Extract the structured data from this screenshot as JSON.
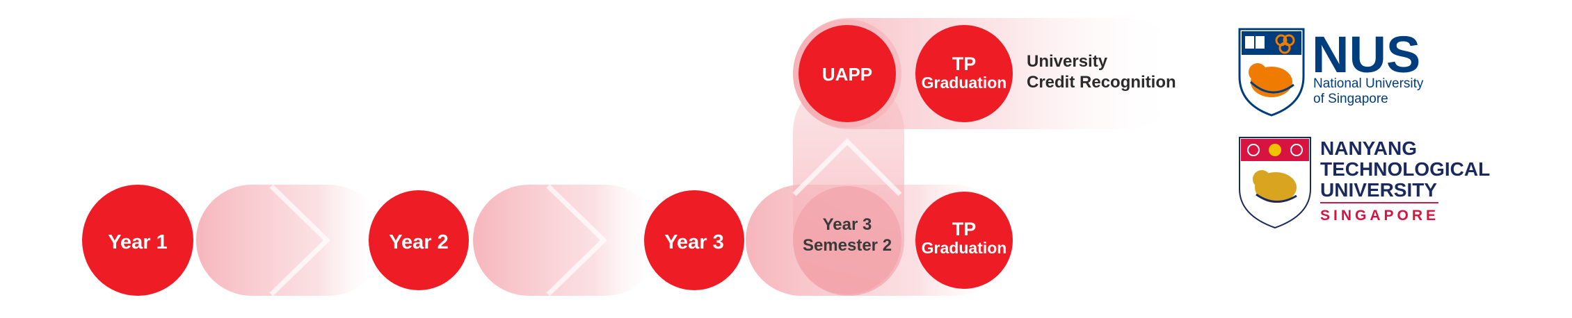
{
  "nodes": {
    "year1": "Year 1",
    "year2": "Year 2",
    "year3": "Year 3",
    "year3_sem2_line1": "Year 3",
    "year3_sem2_line2": "Semester 2",
    "tp_grad_bottom_line1": "TP",
    "tp_grad_bottom_line2": "Graduation",
    "uapp": "UAPP",
    "tp_grad_top_line1": "TP",
    "tp_grad_top_line2": "Graduation"
  },
  "credit_recognition": {
    "line1": "University",
    "line2": "Credit Recognition"
  },
  "logos": {
    "nus": {
      "wordmark": "NUS",
      "subtitle_line1": "National University",
      "subtitle_line2": "of Singapore"
    },
    "ntu": {
      "line1": "NANYANG",
      "line2": "TECHNOLOGICAL",
      "line3": "UNIVERSITY",
      "line4": "SINGAPORE"
    }
  },
  "colors": {
    "node_red": "#ee1c25",
    "band_pink": "#f6b9bf",
    "nus_blue": "#003d7c",
    "nus_orange": "#ef7c00",
    "ntu_blue": "#1b2a5e",
    "ntu_red": "#d71440"
  }
}
